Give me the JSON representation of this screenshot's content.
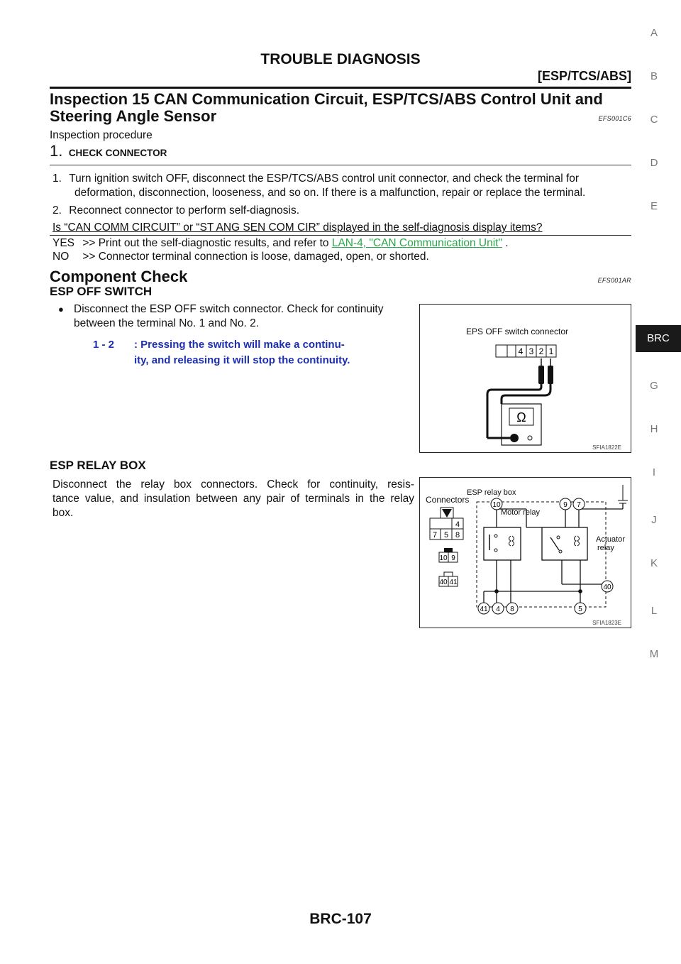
{
  "header": {
    "title": "TROUBLE DIAGNOSIS",
    "subtitle": "[ESP/TCS/ABS]"
  },
  "side_tabs": [
    "A",
    "B",
    "C",
    "D",
    "E",
    "BRC",
    "G",
    "H",
    "I",
    "J",
    "K",
    "L",
    "M"
  ],
  "inspection": {
    "title_line1": "Inspection 15 CAN Communication Circuit, ESP/TCS/ABS Control Unit and",
    "title_line2": "Steering Angle Sensor",
    "code": "EFS001C6",
    "procedure": "Inspection procedure",
    "step_number": "1.",
    "step_title": "CHECK CONNECTOR",
    "items": [
      {
        "num": "1.",
        "text_line1": "Turn ignition switch OFF, disconnect the ESP/TCS/ABS control unit connector, and check the terminal for",
        "text_line2": "deformation, disconnection, looseness, and so on. If there is a malfunction, repair or replace the terminal."
      },
      {
        "num": "2.",
        "text_line1": "Reconnect connector to perform self-diagnosis."
      }
    ],
    "question": "Is “CAN COMM CIRCUIT” or “ST ANG SEN COM CIR” displayed in the self-diagnosis display items?",
    "yes_label": "YES",
    "yes_text": ">> Print out the self-diagnostic results, and refer to",
    "yes_link": "LAN-4, \"CAN Communication Unit\"",
    "yes_tail": ".",
    "no_label": "NO",
    "no_text": ">> Connector terminal connection is loose, damaged, open, or shorted."
  },
  "component": {
    "title": "Component Check",
    "code": "EFS001AR",
    "esp_off": {
      "heading": "ESP OFF SWITCH",
      "bullet_line1": "Disconnect the ESP OFF  switch connector. Check for continuity",
      "bullet_line2": "between the terminal No. 1 and No. 2.",
      "spec_terminals": "1 - 2",
      "spec_line1": ": Pressing the switch will make a continu-",
      "spec_line2": "ity, and releasing it will stop the continuity.",
      "figure": {
        "connector_label": "EPS OFF switch connector",
        "pins": [
          "4",
          "3",
          "2",
          "1"
        ],
        "meter_symbol": "Ω",
        "code": "SFIA1822E"
      }
    },
    "relay": {
      "heading": "ESP RELAY BOX",
      "para_line1": "Disconnect the relay box connectors. Check for continuity, resis-",
      "para_line2": "tance value, and insulation between any pair of terminals in the relay",
      "para_line3": "box.",
      "figure": {
        "connectors_label": "Connectors",
        "box_label": "ESP relay box",
        "motor_relay_label": "Motor relay",
        "actuator_label1": "Actuator",
        "actuator_label2": "relay",
        "conn_a_pins": [
          "4",
          "7",
          "5",
          "8"
        ],
        "conn_b_pins": [
          "10",
          "9"
        ],
        "conn_c_pins": [
          "40",
          "41"
        ],
        "terminals": [
          "10",
          "9",
          "7",
          "40",
          "41",
          "4",
          "8",
          "5"
        ],
        "code": "SFIA1823E"
      }
    }
  },
  "footer": {
    "page": "BRC-107"
  }
}
